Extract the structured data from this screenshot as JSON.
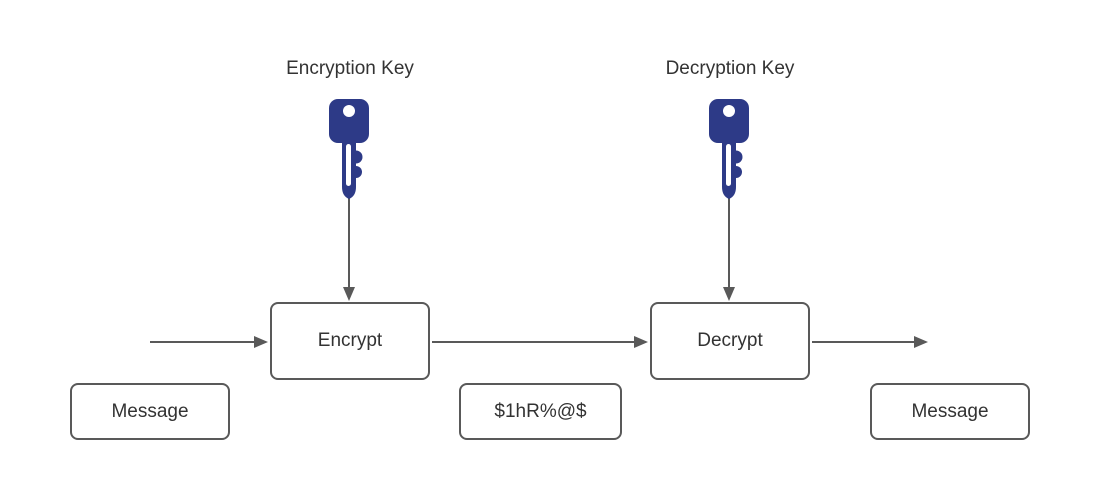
{
  "diagram": {
    "labels": {
      "encryption_key": "Encryption Key",
      "decryption_key": "Decryption Key"
    },
    "boxes": {
      "encrypt": "Encrypt",
      "decrypt": "Decrypt",
      "message_in": "Message",
      "ciphertext": "$1hR%@$",
      "message_out": "Message"
    },
    "icons": {
      "encryption_key_icon": "key-icon",
      "decryption_key_icon": "key-icon"
    }
  },
  "colors": {
    "key_fill": "#2d3a87",
    "line": "#595959",
    "box_border": "#595959",
    "text": "#333333",
    "background": "#ffffff"
  }
}
